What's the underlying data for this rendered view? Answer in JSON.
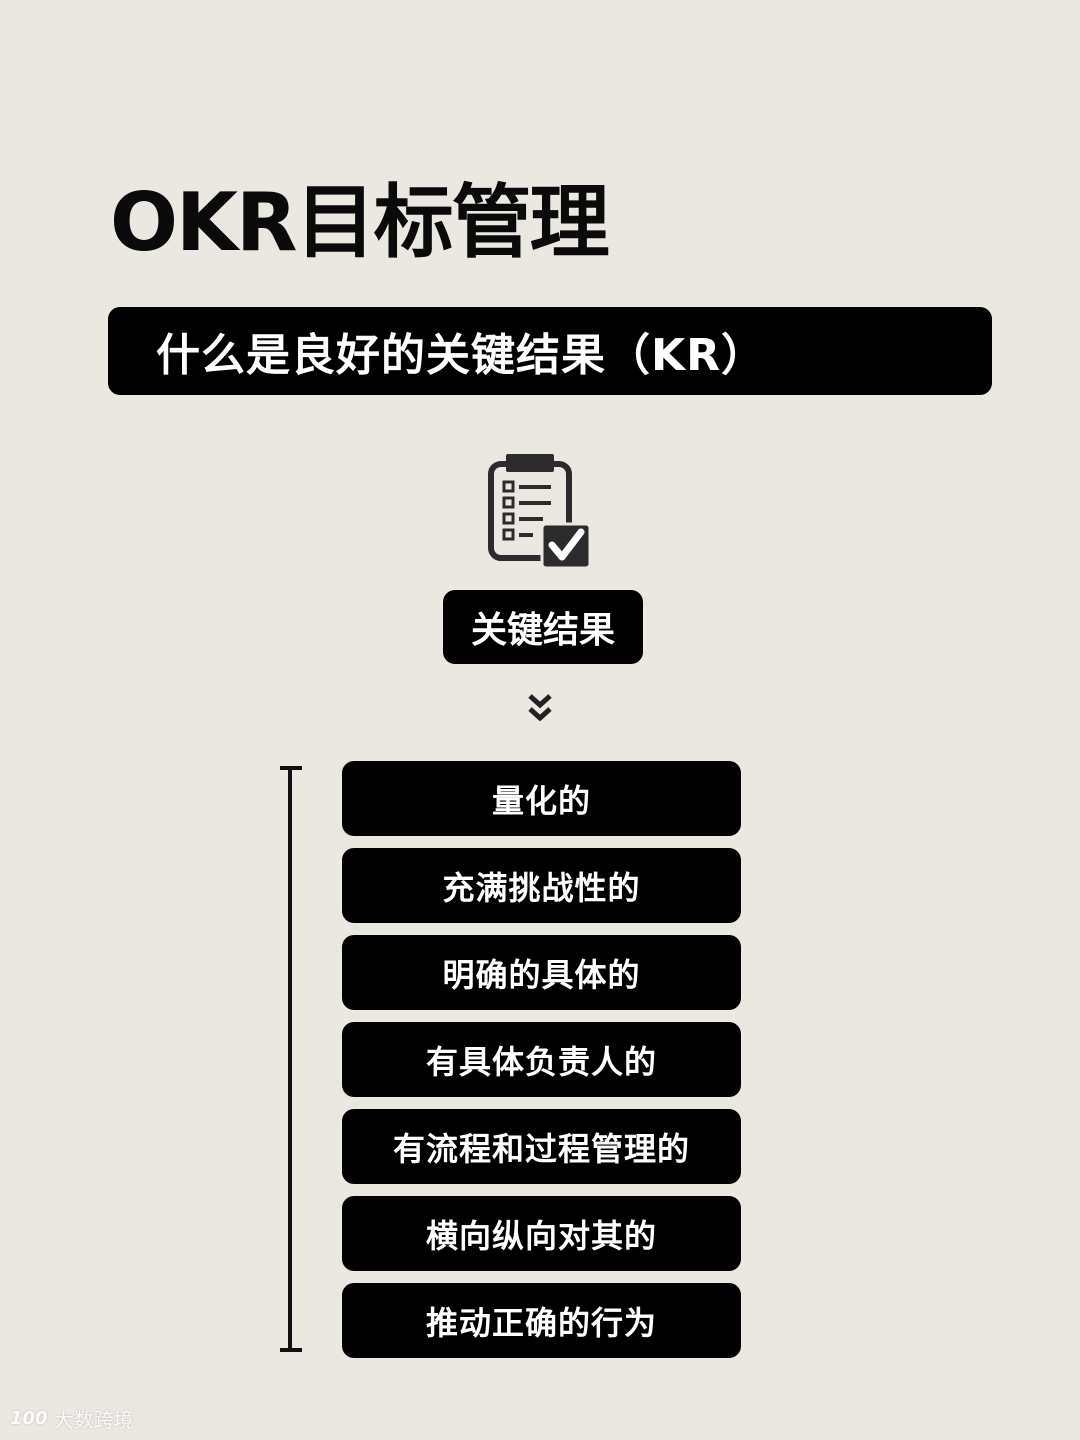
{
  "title": "OKR目标管理",
  "subtitle": "什么是良好的关键结果（KR）",
  "icon": "clipboard-checklist-icon",
  "badge": "关键结果",
  "arrow_icon": "double-chevron-down-icon",
  "items": [
    {
      "label": "量化的"
    },
    {
      "label": "充满挑战性的"
    },
    {
      "label": "明确的具体的"
    },
    {
      "label": "有具体负责人的"
    },
    {
      "label": "有流程和过程管理的"
    },
    {
      "label": "横向纵向对其的"
    },
    {
      "label": "推动正确的行为"
    }
  ],
  "watermark": {
    "logo": "100",
    "text": "大数跨境"
  },
  "colors": {
    "background": "#ebe8e2",
    "block": "#000000",
    "text_on_block": "#ffffff"
  }
}
